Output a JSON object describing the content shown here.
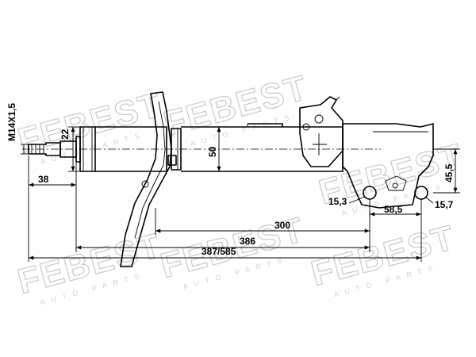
{
  "watermark": {
    "brand": "FEBEST",
    "tagline": "AUTO PARTS"
  },
  "dimensions": {
    "thread": "M14X1,5",
    "top_mount_height": "22",
    "rod_length": "38",
    "body_diameter": "50",
    "bracket_height": "45,5",
    "left_hole_diameter": "15,3",
    "hole_spacing": "58,5",
    "right_hole_diameter": "15,7",
    "length_spring_seat": "300",
    "length_overall_body": "386",
    "length_compressed_extended": "387/585"
  }
}
